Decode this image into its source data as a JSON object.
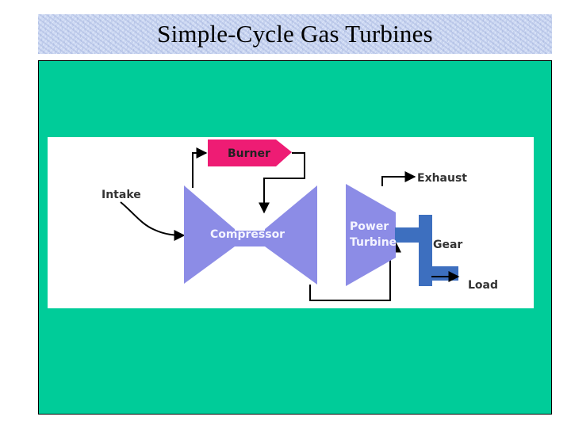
{
  "slide": {
    "title": "Simple-Cycle Gas Turbines"
  },
  "diagram": {
    "labels": {
      "burner": "Burner",
      "intake": "Intake",
      "compressor": "Compressor",
      "exhaust": "Exhaust",
      "power_line1": "Power",
      "power_line2": "Turbine",
      "gear": "Gear",
      "load": "Load"
    }
  },
  "colors": {
    "panel_background": "#00cc99",
    "diagram_background": "#ffffff",
    "component_fill": "#8c8ce6",
    "shaft_fill": "#3d6fbf",
    "burner_fill": "#ee1c74",
    "flow_line": "#000000",
    "label_text": "#333333"
  }
}
